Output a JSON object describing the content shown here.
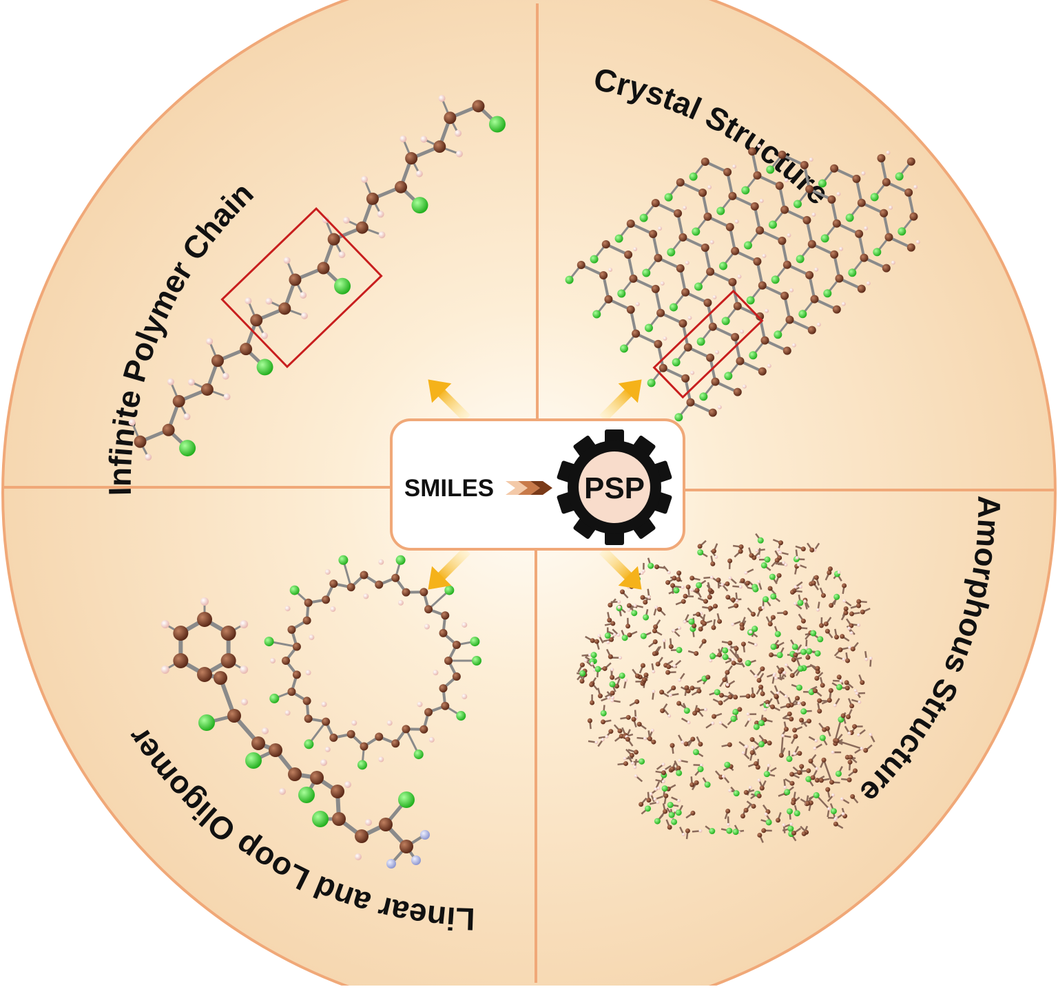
{
  "quadrants": {
    "top_left": {
      "title": "Infinite Polymer Chain"
    },
    "top_right": {
      "title": "Crystal Structure"
    },
    "bottom_left": {
      "title": "Linear and Loop Oligomer"
    },
    "bottom_right": {
      "title": "Amorphous Structure"
    }
  },
  "center": {
    "input_label": "SMILES",
    "engine_label": "PSP"
  },
  "colors": {
    "border": "#f0a878",
    "quadrant_fill": "#f8dcb8",
    "center_glow": "#fffdf8",
    "arrow": "#f5b21a",
    "carbon": "#7a3f2a",
    "chlorine": "#3fd63a",
    "hydrogen": "#f6d8d0",
    "nitrogen": "#b9bfe6",
    "bond": "#8a8a8a",
    "highlight_box": "#c81e1e",
    "gear": "#111111",
    "gear_center": "#f8dccb"
  },
  "icons": {
    "gear": "gear-icon",
    "chevrons": "triple-chevron-icon"
  }
}
